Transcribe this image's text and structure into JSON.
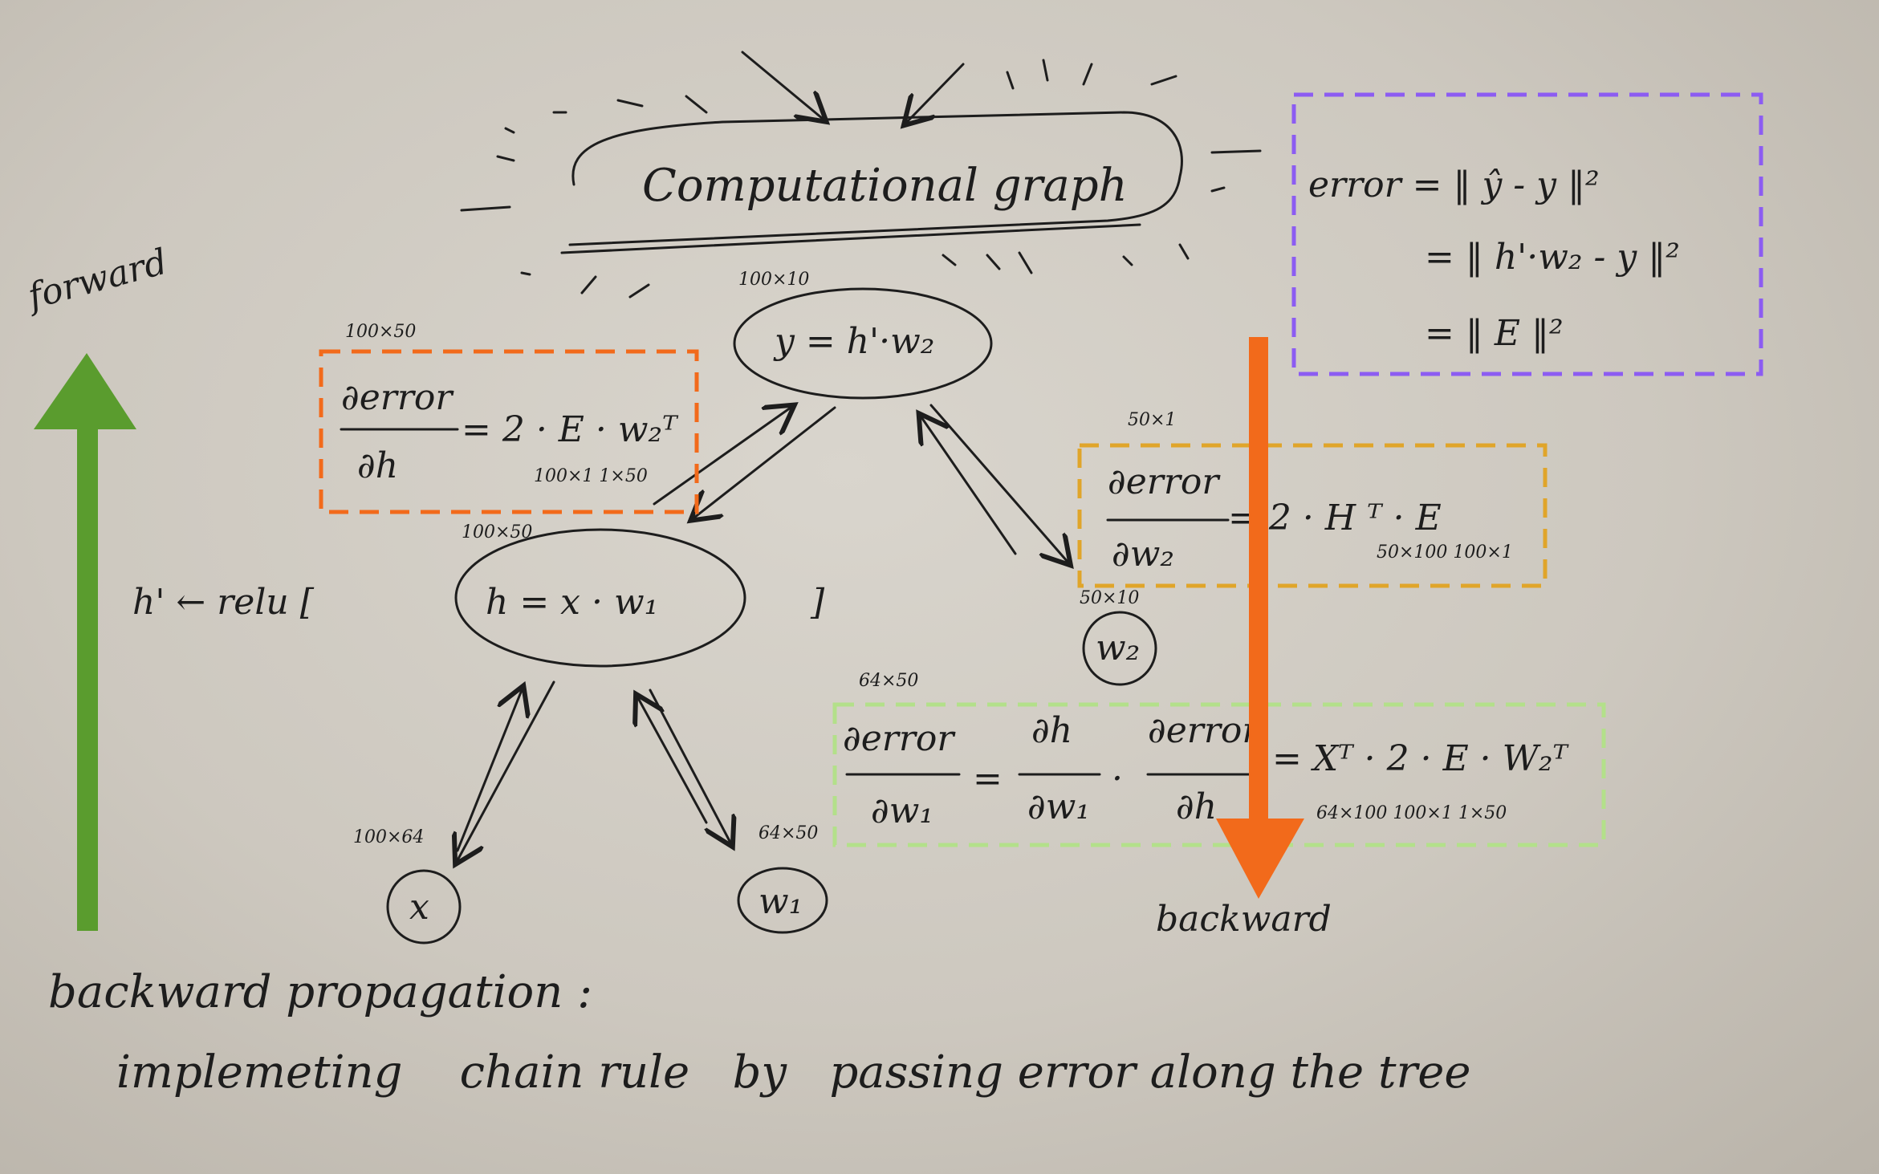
{
  "colors": {
    "paper": "#cfcac1",
    "ink": "#1d1d1d",
    "forward_arrow": "#5a9c2e",
    "backward_arrow": "#f26a1b",
    "box_orange": "#f26a1b",
    "box_purple": "#8c5cf2",
    "box_yellow": "#e0a52a",
    "box_green": "#b3e08a"
  },
  "title": "Computational graph",
  "forward_label": "forward",
  "backward_label": "backward",
  "footer": {
    "line1": "backward propagation :",
    "line2": "implemeting    chain rule   by   passing error along the tree"
  },
  "nodes": {
    "y": {
      "expr": "y = h'·w₂",
      "shape": "100×10"
    },
    "h": {
      "expr": "h = x · w₁",
      "shape": "100×50",
      "prefix": "h' ← relu [",
      "suffix": "]"
    },
    "w2": {
      "label": "w₂",
      "shape": "50×10"
    },
    "x": {
      "label": "x",
      "shape": "100×64"
    },
    "w1": {
      "label": "w₁",
      "shape": "64×50"
    }
  },
  "error_box": {
    "line1": "error = ‖ ŷ - y ‖²",
    "line2": "= ‖ h'·w₂ - y ‖²",
    "line3": "= ‖ E ‖²"
  },
  "dh_box": {
    "shape_top": "100×50",
    "numerator": "∂error",
    "denominator": "∂h",
    "rhs": "= 2 · E · w₂ᵀ",
    "sub": "100×1  1×50"
  },
  "dw2_box": {
    "shape_top": "50×1",
    "numerator": "∂error",
    "denominator": "∂w₂",
    "rhs": "= 2 · H ᵀ · E",
    "sub": "50×100  100×1"
  },
  "dw1_box": {
    "shape_top": "64×50",
    "n1": "∂error",
    "d1": "∂w₁",
    "n2": "∂h",
    "d2": "∂w₁",
    "n3": "∂error",
    "d3": "∂h",
    "rhs": "= Xᵀ · 2 · E · W₂ᵀ",
    "sub": "64×100  100×1  1×50"
  }
}
